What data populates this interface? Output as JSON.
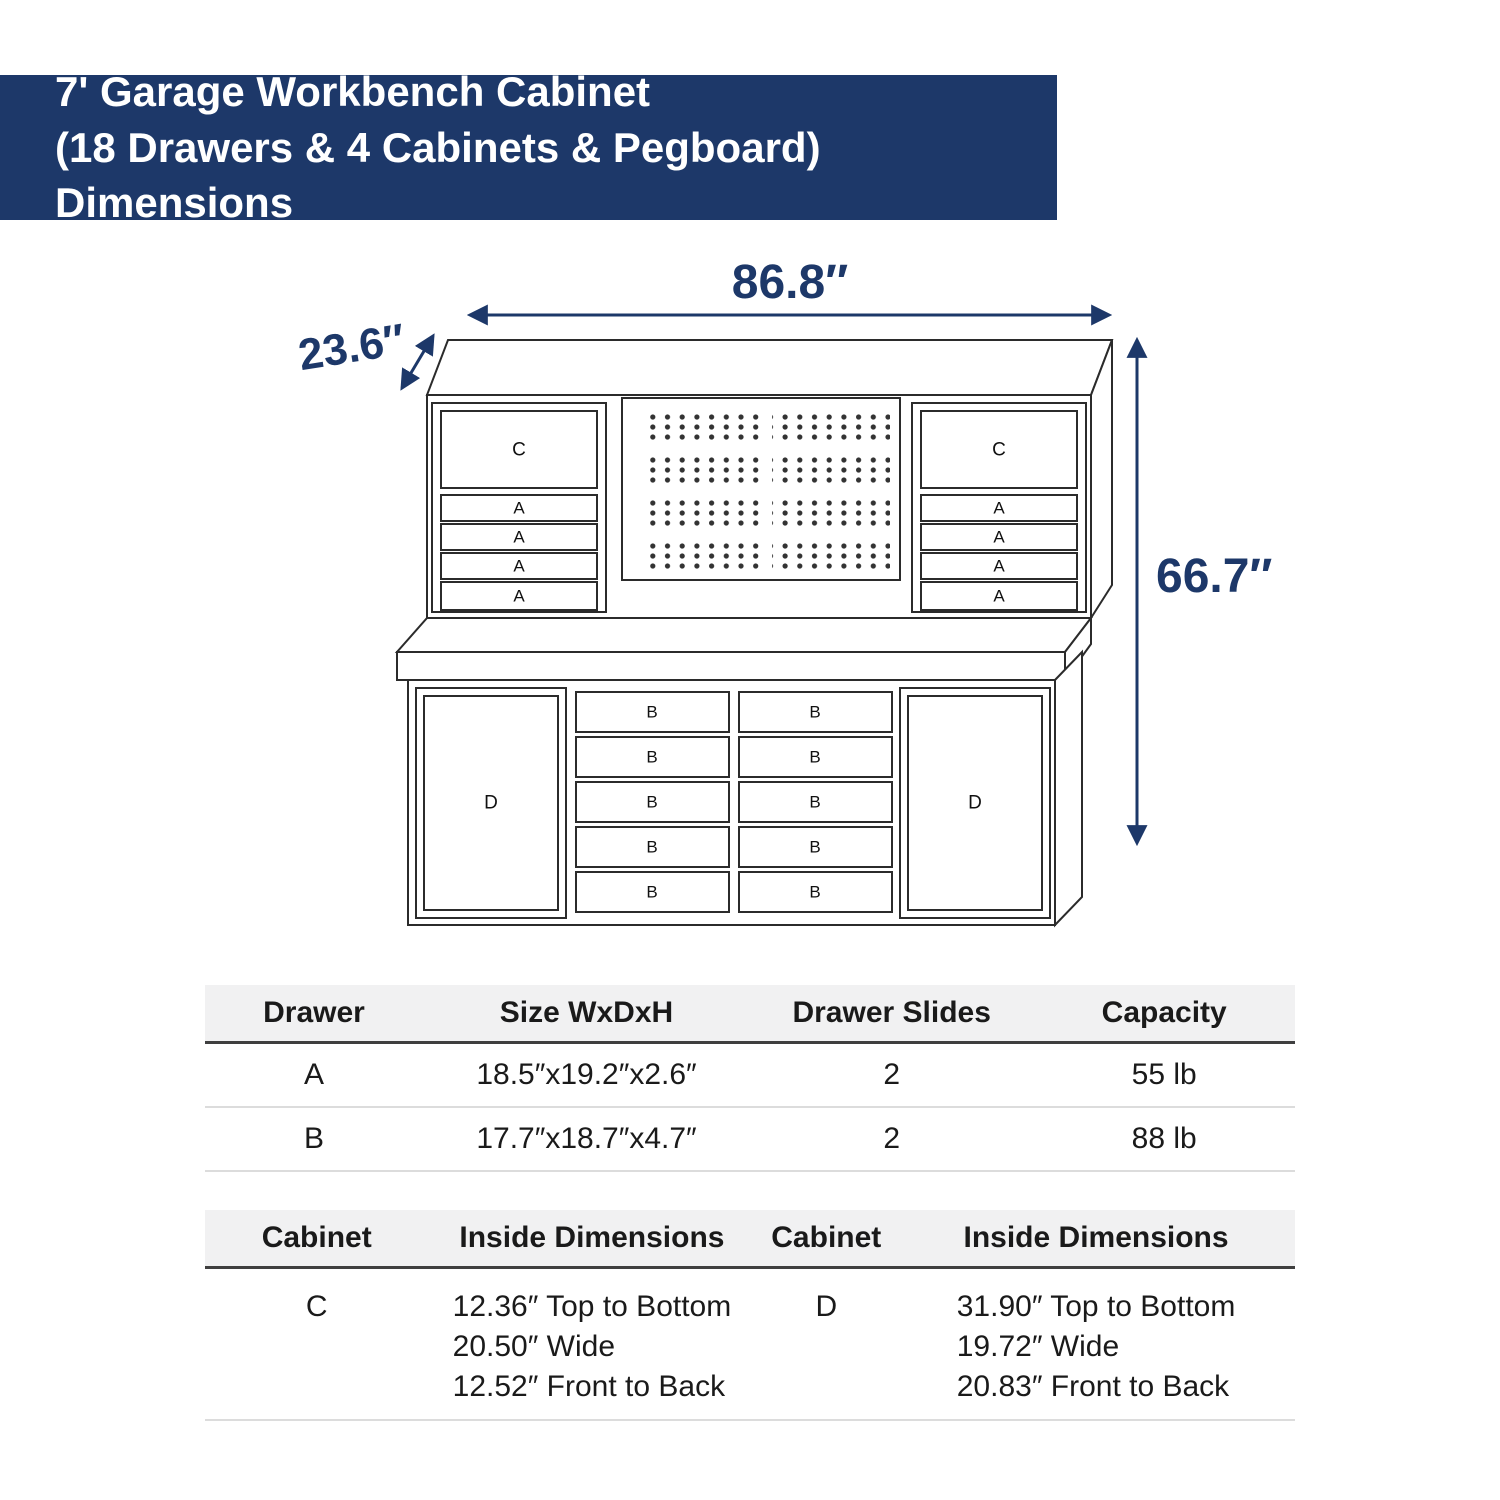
{
  "title": {
    "line1": "7' Garage Workbench Cabinet",
    "line2": "(18 Drawers & 4 Cabinets & Pegboard) Dimensions"
  },
  "colors": {
    "banner_bg": "#1d3869",
    "banner_text": "#ffffff",
    "dimension_accent": "#1d3869",
    "table_header_bg": "#f1f1f2",
    "line_color": "#2b2b2b"
  },
  "diagram": {
    "width_label": "86.8″",
    "depth_label": "23.6″",
    "height_label": "66.7″",
    "labels": {
      "a": "A",
      "b": "B",
      "c": "C",
      "d": "D"
    }
  },
  "drawer_table": {
    "headers": [
      "Drawer",
      "Size WxDxH",
      "Drawer Slides",
      "Capacity"
    ],
    "rows": [
      {
        "drawer": "A",
        "size": "18.5″x19.2″x2.6″",
        "slides": "2",
        "capacity": "55 lb"
      },
      {
        "drawer": "B",
        "size": "17.7″x18.7″x4.7″",
        "slides": "2",
        "capacity": "88 lb"
      }
    ]
  },
  "cabinet_table": {
    "headers": [
      "Cabinet",
      "Inside Dimensions",
      "Cabinet",
      "Inside Dimensions"
    ],
    "rows": [
      {
        "cabinet1": "C",
        "dims1": [
          "12.36″ Top to Bottom",
          "20.50″ Wide",
          "12.52″ Front to Back"
        ],
        "cabinet2": "D",
        "dims2": [
          "31.90″ Top to Bottom",
          "19.72″ Wide",
          "20.83″ Front to Back"
        ]
      }
    ]
  }
}
